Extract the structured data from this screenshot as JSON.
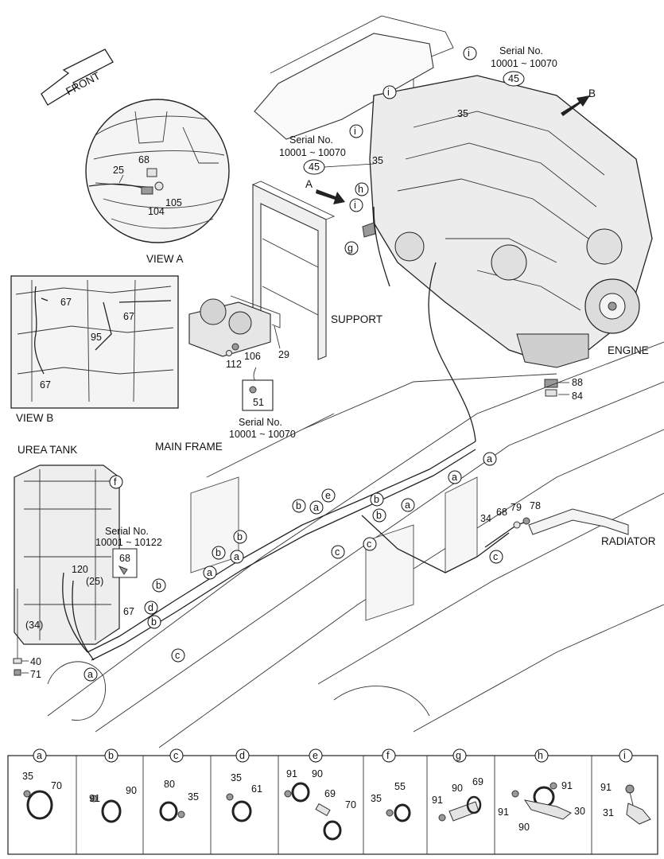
{
  "front": "FRONT",
  "views": {
    "a": "VIEW  A",
    "b": "VIEW  B"
  },
  "view_letters": {
    "A": "A",
    "B": "B"
  },
  "labels": {
    "support": "SUPPORT",
    "engine": "ENGINE",
    "urea_tank": "UREA TANK",
    "main_frame": "MAIN FRAME",
    "radiator": "RADIATOR"
  },
  "serial_notes": {
    "line1": "Serial No.",
    "range_10070": "10001 ~ 10070",
    "range_10122": "10001 ~ 10122"
  },
  "numbers": {
    "n25": "25",
    "n68": "68",
    "n104": "104",
    "n105": "105",
    "n67": "67",
    "n95": "95",
    "n35": "35",
    "n45": "45",
    "n29": "29",
    "n106": "106",
    "n112": "112",
    "n51": "51",
    "n88": "88",
    "n84": "84",
    "n34": "34",
    "n79": "79",
    "n78": "78",
    "n120": "120",
    "n25p": "(25)",
    "n34p": "(34)",
    "n40": "40",
    "n71": "71"
  },
  "callouts": {
    "a": "a",
    "b": "b",
    "c": "c",
    "d": "d",
    "e": "e",
    "f": "f",
    "g": "g",
    "h": "h",
    "i": "i"
  },
  "detail_panels": [
    {
      "key": "a",
      "parts": [
        "35",
        "70"
      ]
    },
    {
      "key": "b",
      "parts": [
        "91",
        "90"
      ]
    },
    {
      "key": "c",
      "parts": [
        "80",
        "35"
      ]
    },
    {
      "key": "d",
      "parts": [
        "35",
        "61"
      ]
    },
    {
      "key": "e",
      "parts": [
        "91",
        "90",
        "69",
        "70"
      ]
    },
    {
      "key": "f",
      "parts": [
        "35",
        "55"
      ]
    },
    {
      "key": "g",
      "parts": [
        "91",
        "90",
        "69"
      ]
    },
    {
      "key": "h",
      "parts": [
        "91",
        "91",
        "90",
        "30"
      ]
    },
    {
      "key": "i",
      "parts": [
        "91",
        "31"
      ]
    }
  ]
}
